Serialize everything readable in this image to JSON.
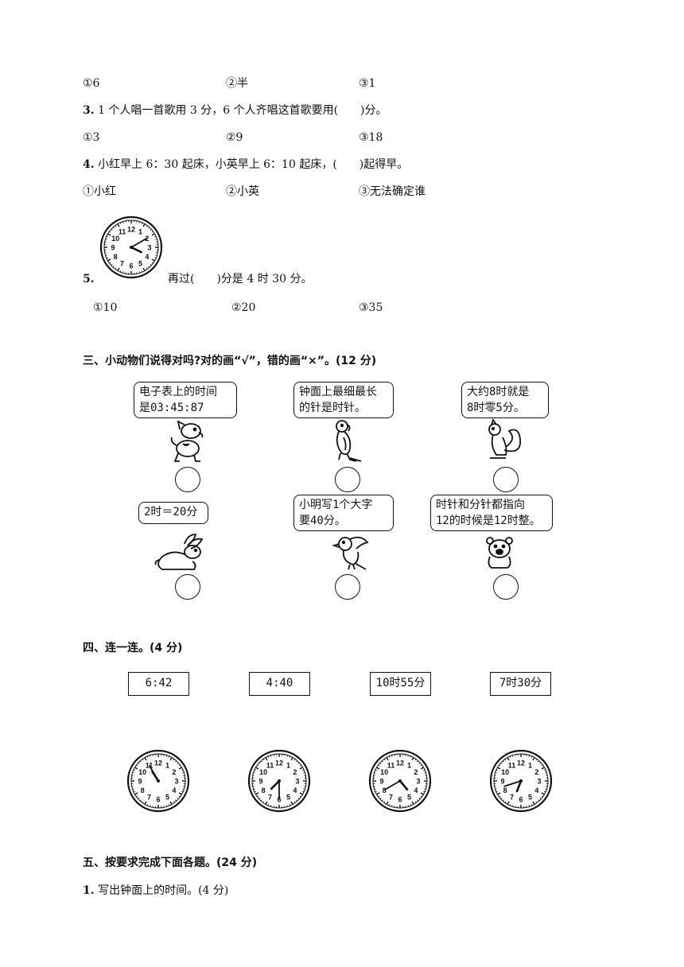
{
  "q2_options": [
    "①6",
    "②半",
    "③1"
  ],
  "q3": {
    "num": "3.",
    "text": "1 个人唱一首歌用 3 分，6 个人齐唱这首歌要用(　　)分。",
    "options": [
      "①3",
      "②9",
      "③18"
    ]
  },
  "q4": {
    "num": "4.",
    "text": "小红早上 6：30 起床，小英早上 6：10 起床，(　　)起得早。",
    "options": [
      "①小红",
      "②小英",
      "③无法确定谁"
    ]
  },
  "q5": {
    "num": "5.",
    "text": "再过(　　)分是 4 时 30 分。",
    "options": [
      "①10",
      "②20",
      "③35"
    ]
  },
  "section3": {
    "title": "三、小动物们说得对吗?对的画“√”，错的画“×”。(12 分)",
    "items": [
      {
        "lines": [
          "电子表上的时间",
          "是03:45:87"
        ],
        "animal": "dog-icon"
      },
      {
        "lines": [
          "钟面上最细最长",
          "的针是时针。"
        ],
        "animal": "parrot-icon"
      },
      {
        "lines": [
          "大约8时就是",
          "8时零5分。"
        ],
        "animal": "squirrel-icon"
      },
      {
        "lines": [
          "2时＝20分"
        ],
        "animal": "rabbit-icon"
      },
      {
        "lines": [
          "小明写1个大字",
          "要40分。"
        ],
        "animal": "bird-icon"
      },
      {
        "lines": [
          "时针和分针都指向",
          "12的时候是12时整。"
        ],
        "animal": "bear-icon"
      }
    ]
  },
  "section4": {
    "title": "四、连一连。(4 分)",
    "boxes": [
      "6:42",
      "4:40",
      "10时55分",
      "7时30分"
    ]
  },
  "section5": {
    "title": "五、按要求完成下面各题。(24 分)",
    "q1_num": "1.",
    "q1_text": "写出钟面上的时间。(4 分)"
  },
  "clock_numbers": [
    "12",
    "1",
    "2",
    "3",
    "4",
    "5",
    "6",
    "7",
    "8",
    "9",
    "10",
    "11"
  ],
  "clocks": [
    {
      "id": "q5-clock",
      "hour": 3.85,
      "minute": 10
    },
    {
      "id": "match-clock-1",
      "hour": 10.92,
      "minute": 55
    },
    {
      "id": "match-clock-2",
      "hour": 7.5,
      "minute": 30
    },
    {
      "id": "match-clock-3",
      "hour": 4.67,
      "minute": 40
    },
    {
      "id": "match-clock-4",
      "hour": 6.7,
      "minute": 42
    }
  ]
}
